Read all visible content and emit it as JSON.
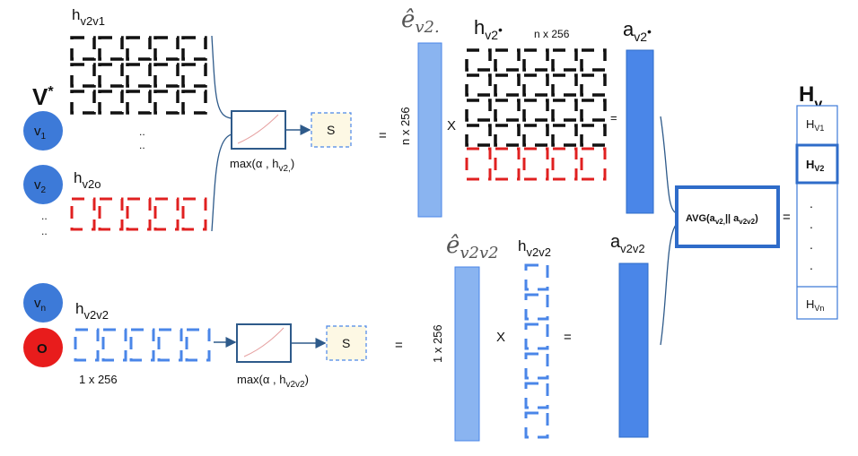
{
  "nodes": {
    "v_star": "V",
    "v_star_sup": "*",
    "v1": "v",
    "v1_sub": "1",
    "v2": "v",
    "v2_sub": "2",
    "vn": "v",
    "vn_sub": "n",
    "o": "O",
    "dots_small": "..",
    "dots_list": "..",
    "dots_left": ".."
  },
  "labels": {
    "h_v2v1": "h",
    "h_v2v1_sub": "v2v1",
    "h_v2o": "h",
    "h_v2o_sub": "v2o",
    "h_v2v2_left": "h",
    "h_v2v2_left_sub": "v2v2",
    "dim_1x256_left": "1 x 256",
    "max_top": "max(α , h",
    "max_top_sub": "v2,",
    "max_top_close": ")",
    "max_bottom": "max(α , h",
    "max_bottom_sub": "v2v2",
    "max_bottom_close": ")",
    "s_top": "S",
    "s_bottom": "S",
    "eq": "=",
    "times": "X",
    "e_hat_v2": "ê",
    "e_hat_v2_sub": "v2.",
    "n_x_256_vertical": "n x 256",
    "h_v2dot": "h",
    "h_v2dot_sub": "v2",
    "h_v2dot_bullet": "•",
    "n_x_256_top": "n x 256",
    "a_v2dot": "a",
    "a_v2dot_sub": "v2",
    "a_v2dot_bullet": "•",
    "e_hat_v2v2": "ê",
    "e_hat_v2v2_sub": "v2v2",
    "one_x_256_vertical": "1 x 256",
    "h_v2v2_mid": "h",
    "h_v2v2_mid_sub": "v2v2",
    "a_v2v2": "a",
    "a_v2v2_sub": "v2v2",
    "avg_text": "AVG(a",
    "avg_sub1": "v2,",
    "avg_mid": "|| a",
    "avg_sub2": "v2v2",
    "avg_close": ")",
    "H_v": "H",
    "H_v_sub": "v",
    "H_v1": "H",
    "H_v1_sub": "V1",
    "H_v2": "H",
    "H_v2_sub": "V2",
    "H_vn": "H",
    "H_vn_sub": "Vn",
    "list_dots": "."
  },
  "colors": {
    "node_blue": "#3d7ad8",
    "node_red": "#e81c1c",
    "dash_black": "#111111",
    "dash_red": "#e02020",
    "dash_blue": "#4a86e8",
    "vec_light": "#8ab4f0",
    "vec_dark": "#4a86e8",
    "box_blue": "#2f6cc9",
    "s_fill": "#fdf8e4",
    "connector": "#2e5a8a"
  }
}
